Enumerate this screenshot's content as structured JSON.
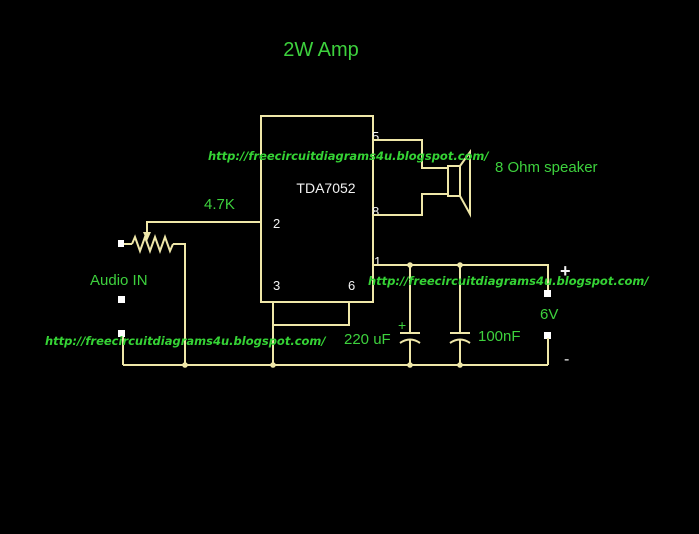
{
  "title": "2W Amp",
  "ic": {
    "name": "TDA7052",
    "pins": [
      "5",
      "8",
      "2",
      "1",
      "3",
      "6"
    ]
  },
  "labels": {
    "resistor": "4.7K",
    "speaker": "8 Ohm speaker",
    "input": "Audio IN",
    "cap1": "220 uF",
    "cap2": "100nF",
    "supply": "6V",
    "plus": "+",
    "minus": "-",
    "cap_plus": "+"
  },
  "watermarks": [
    "http://freecircuitdiagrams4u.blogspot.com/",
    "http://freecircuitdiagrams4u.blogspot.com/",
    "http://freecircuitdiagrams4u.blogspot.com/"
  ],
  "colors": {
    "background": "#000000",
    "wire": "#efe7a8",
    "label": "#3dd13d",
    "text": "#f2f2f2"
  }
}
